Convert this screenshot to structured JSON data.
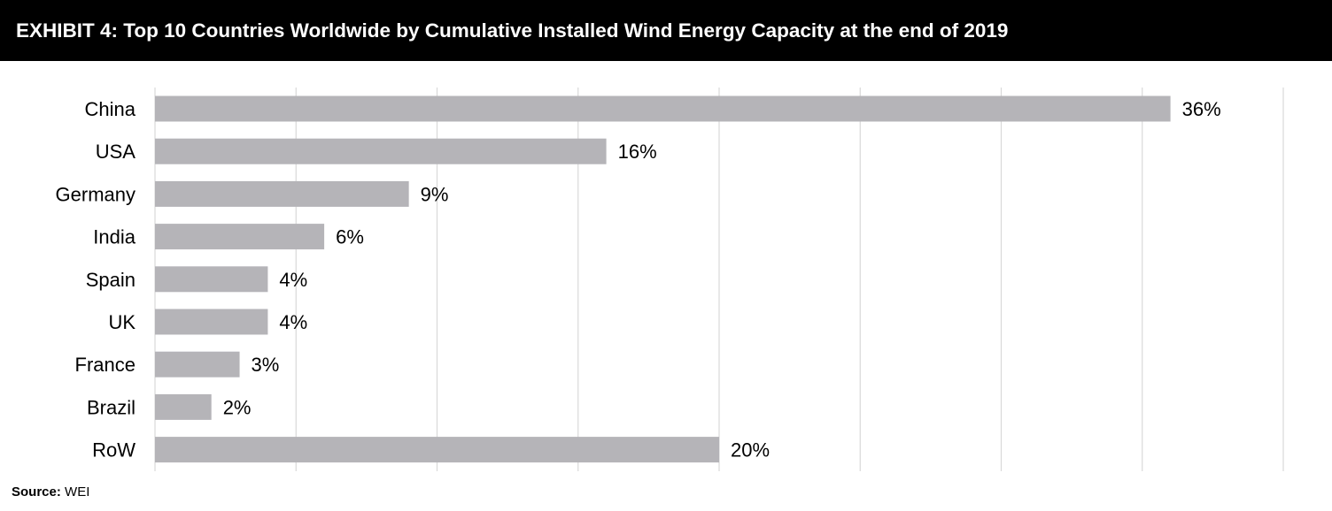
{
  "header": {
    "title": "EXHIBIT 4: Top 10 Countries Worldwide by Cumulative Installed Wind Energy Capacity at the end of 2019"
  },
  "source": {
    "label": "Source:",
    "value": "WEI"
  },
  "colors": {
    "title_background": "#000000",
    "title_text": "#ffffff",
    "bar": "#b5b4b8",
    "grid": "#d9d9d9",
    "text": "#000000"
  },
  "chart_data": {
    "type": "bar",
    "orientation": "horizontal",
    "title": "EXHIBIT 4: Top 10 Countries Worldwide by Cumulative Installed Wind Energy Capacity at the end of 2019",
    "xlabel": "",
    "ylabel": "",
    "unit": "%",
    "categories": [
      "China",
      "USA",
      "Germany",
      "India",
      "Spain",
      "UK",
      "France",
      "Brazil",
      "RoW"
    ],
    "values": [
      36,
      16,
      9,
      6,
      4,
      4,
      3,
      2,
      20
    ],
    "data_labels": [
      "36%",
      "16%",
      "9%",
      "6%",
      "4%",
      "4%",
      "3%",
      "2%",
      "20%"
    ],
    "xlim": [
      0,
      40
    ],
    "x_tick_labels_visible": false,
    "grid": true,
    "legend": "none"
  }
}
